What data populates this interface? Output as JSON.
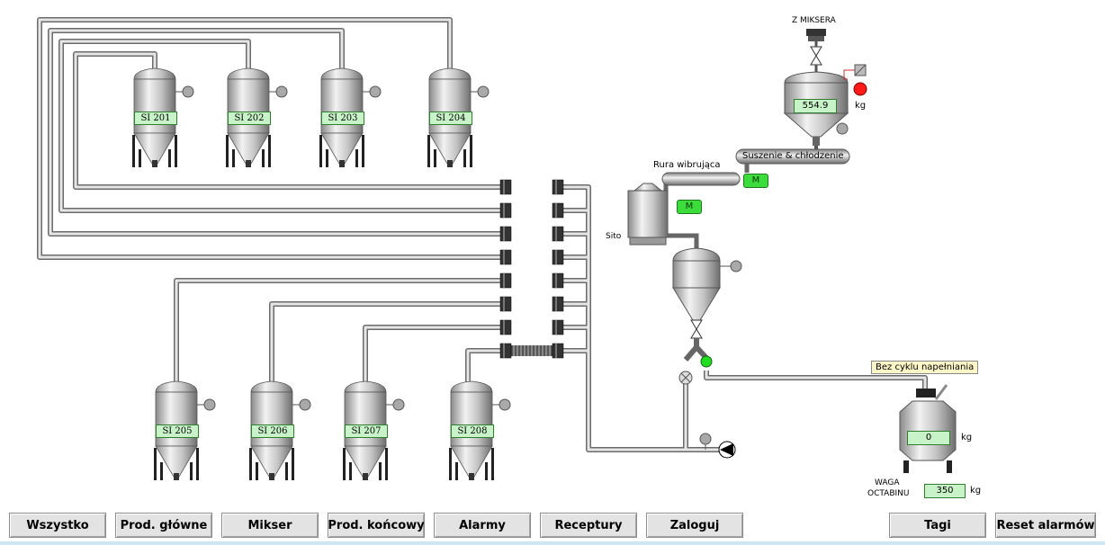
{
  "silos": {
    "top": [
      {
        "label": "SI 201"
      },
      {
        "label": "SI 202"
      },
      {
        "label": "SI 203"
      },
      {
        "label": "SI 204"
      }
    ],
    "bottom": [
      {
        "label": "SI 205"
      },
      {
        "label": "SI 206"
      },
      {
        "label": "SI 207"
      },
      {
        "label": "SI 208"
      }
    ]
  },
  "process": {
    "from_mixer": "Z MIKSERA",
    "hopper_weight": "554.9",
    "hopper_unit": "kg",
    "drying_cooling": "Suszenie & chłodzenie",
    "vibrating_tube": "Rura wibrująca",
    "motor_label": "M",
    "sieve": "Sito",
    "fill_status": "Bez cyklu napełniania",
    "octabin_weight": "0",
    "octabin_unit": "kg",
    "octabin_scale_label_1": "WAGA",
    "octabin_scale_label_2": "OCTABINU",
    "octabin_setpoint": "350",
    "setpoint_unit": "kg"
  },
  "indicators": {
    "hopper_alarm_color": "#ff1a1a",
    "valve_open_color": "#22dd22",
    "sensor_color": "#a9a9a9"
  },
  "toolbar": {
    "all": "Wszystko",
    "main_product": "Prod. główne",
    "mixer": "Mikser",
    "final_product": "Prod. końcowy",
    "alarms": "Alarmy",
    "recipes": "Receptury",
    "login": "Zaloguj",
    "tags": "Tagi",
    "reset_alarms": "Reset alarmów"
  }
}
